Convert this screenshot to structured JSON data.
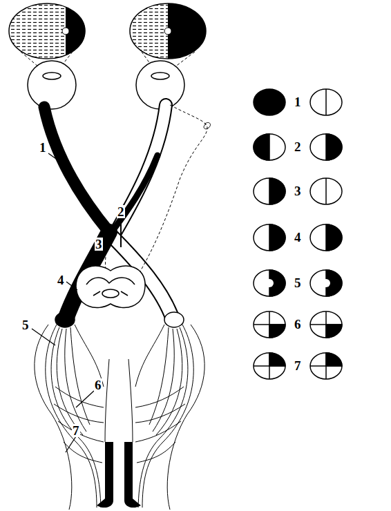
{
  "diagram": {
    "labels": [
      "1",
      "2",
      "3",
      "4",
      "5",
      "6",
      "7",
      "1",
      "2",
      "3",
      "4",
      "5",
      "6",
      "7"
    ]
  }
}
